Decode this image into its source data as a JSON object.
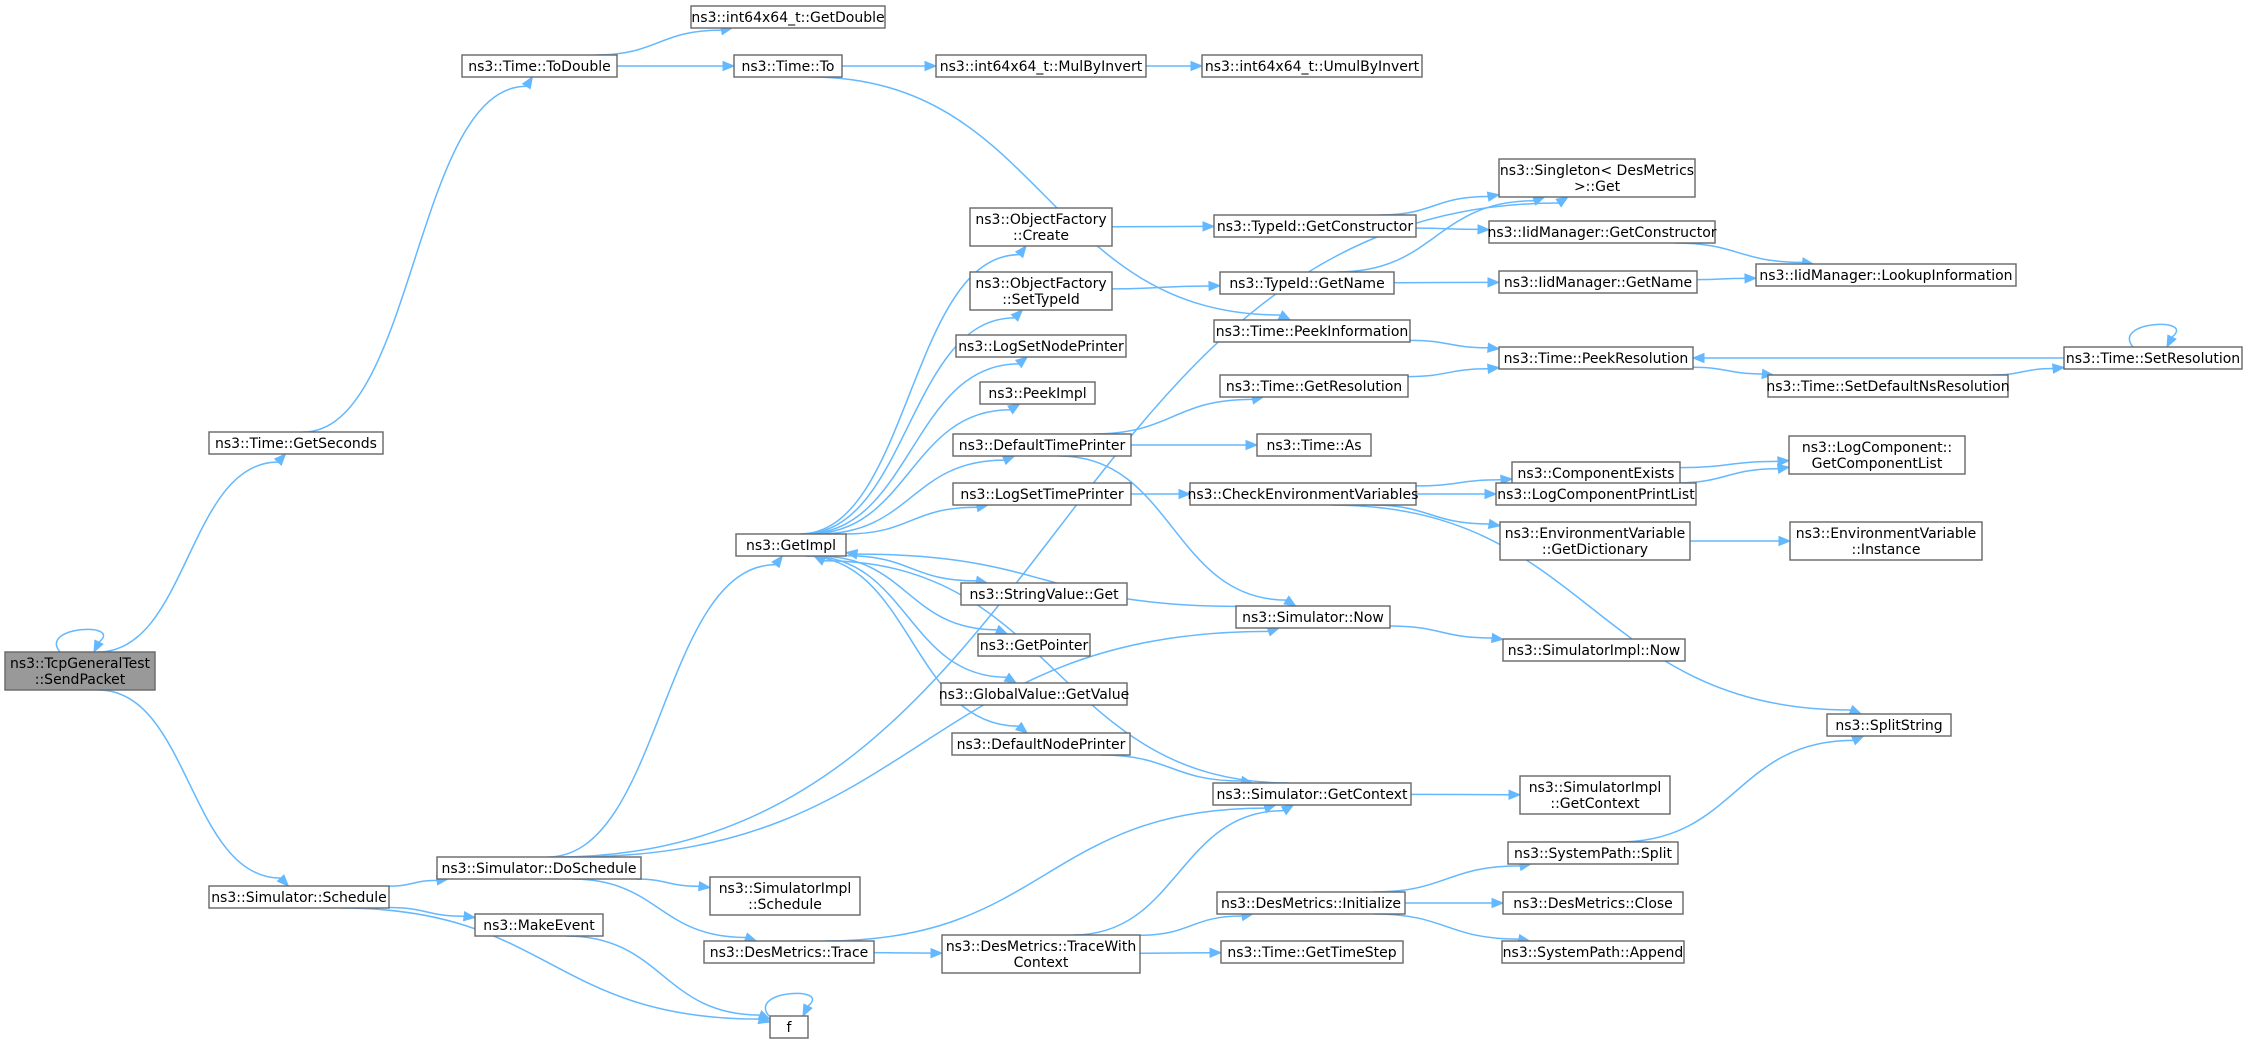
{
  "graph": {
    "root": "tcpgeneraltest-sendpacket",
    "nodes": [
      {
        "id": "tcpgeneraltest-sendpacket",
        "lines": [
          "ns3::TcpGeneralTest",
          "::SendPacket"
        ],
        "root": true
      },
      {
        "id": "time-getseconds",
        "lines": [
          "ns3::Time::GetSeconds"
        ]
      },
      {
        "id": "simulator-schedule",
        "lines": [
          "ns3::Simulator::Schedule"
        ]
      },
      {
        "id": "time-todouble",
        "lines": [
          "ns3::Time::ToDouble"
        ]
      },
      {
        "id": "int64x64-getdouble",
        "lines": [
          "ns3::int64x64_t::GetDouble"
        ]
      },
      {
        "id": "time-to",
        "lines": [
          "ns3::Time::To"
        ]
      },
      {
        "id": "int64x64-mulbyinvert",
        "lines": [
          "ns3::int64x64_t::MulByInvert"
        ]
      },
      {
        "id": "int64x64-umulbyinvert",
        "lines": [
          "ns3::int64x64_t::UmulByInvert"
        ]
      },
      {
        "id": "singleton-desmetrics-get",
        "lines": [
          "ns3::Singleton< DesMetrics",
          ">::Get"
        ]
      },
      {
        "id": "objectfactory-create",
        "lines": [
          "ns3::ObjectFactory",
          "::Create"
        ]
      },
      {
        "id": "typeid-getconstructor",
        "lines": [
          "ns3::TypeId::GetConstructor"
        ]
      },
      {
        "id": "iidmanager-getconstructor",
        "lines": [
          "ns3::IidManager::GetConstructor"
        ]
      },
      {
        "id": "objectfactory-settypeid",
        "lines": [
          "ns3::ObjectFactory",
          "::SetTypeId"
        ]
      },
      {
        "id": "typeid-getname",
        "lines": [
          "ns3::TypeId::GetName"
        ]
      },
      {
        "id": "iidmanager-getname",
        "lines": [
          "ns3::IidManager::GetName"
        ]
      },
      {
        "id": "iidmanager-lookupinformation",
        "lines": [
          "ns3::IidManager::LookupInformation"
        ]
      },
      {
        "id": "time-peekinformation",
        "lines": [
          "ns3::Time::PeekInformation"
        ]
      },
      {
        "id": "time-peekresolution",
        "lines": [
          "ns3::Time::PeekResolution"
        ]
      },
      {
        "id": "time-setresolution",
        "lines": [
          "ns3::Time::SetResolution"
        ]
      },
      {
        "id": "time-setdefaultnsresolution",
        "lines": [
          "ns3::Time::SetDefaultNsResolution"
        ]
      },
      {
        "id": "logsetnodeprinter",
        "lines": [
          "ns3::LogSetNodePrinter"
        ]
      },
      {
        "id": "peekimpl",
        "lines": [
          "ns3::PeekImpl"
        ]
      },
      {
        "id": "time-getresolution",
        "lines": [
          "ns3::Time::GetResolution"
        ]
      },
      {
        "id": "defaulttimeprinter",
        "lines": [
          "ns3::DefaultTimePrinter"
        ]
      },
      {
        "id": "time-as",
        "lines": [
          "ns3::Time::As"
        ]
      },
      {
        "id": "componentexists",
        "lines": [
          "ns3::ComponentExists"
        ]
      },
      {
        "id": "logcomponent-getcomponentlist",
        "lines": [
          "ns3::LogComponent::",
          "GetComponentList"
        ]
      },
      {
        "id": "logcomponentprintlist",
        "lines": [
          "ns3::LogComponentPrintList"
        ]
      },
      {
        "id": "logsettimeprinter",
        "lines": [
          "ns3::LogSetTimePrinter"
        ]
      },
      {
        "id": "checkenvironmentvariables",
        "lines": [
          "ns3::CheckEnvironmentVariables"
        ]
      },
      {
        "id": "getimpl",
        "lines": [
          "ns3::GetImpl"
        ]
      },
      {
        "id": "environmentvariable-getdictionary",
        "lines": [
          "ns3::EnvironmentVariable",
          "::GetDictionary"
        ]
      },
      {
        "id": "environmentvariable-instance",
        "lines": [
          "ns3::EnvironmentVariable",
          "::Instance"
        ]
      },
      {
        "id": "stringvalue-get",
        "lines": [
          "ns3::StringValue::Get"
        ]
      },
      {
        "id": "simulator-now",
        "lines": [
          "ns3::Simulator::Now"
        ]
      },
      {
        "id": "simulatorimpl-now",
        "lines": [
          "ns3::SimulatorImpl::Now"
        ]
      },
      {
        "id": "getpointer",
        "lines": [
          "ns3::GetPointer"
        ]
      },
      {
        "id": "globalvalue-getvalue",
        "lines": [
          "ns3::GlobalValue::GetValue"
        ]
      },
      {
        "id": "splitstring",
        "lines": [
          "ns3::SplitString"
        ]
      },
      {
        "id": "defaultnodeprinter",
        "lines": [
          "ns3::DefaultNodePrinter"
        ]
      },
      {
        "id": "simulator-getcontext",
        "lines": [
          "ns3::Simulator::GetContext"
        ]
      },
      {
        "id": "simulatorimpl-getcontext",
        "lines": [
          "ns3::SimulatorImpl",
          "::GetContext"
        ]
      },
      {
        "id": "systempath-split",
        "lines": [
          "ns3::SystemPath::Split"
        ]
      },
      {
        "id": "simulator-doschedule",
        "lines": [
          "ns3::Simulator::DoSchedule"
        ]
      },
      {
        "id": "simulatorimpl-schedule",
        "lines": [
          "ns3::SimulatorImpl",
          "::Schedule"
        ]
      },
      {
        "id": "desmetrics-initialize",
        "lines": [
          "ns3::DesMetrics::Initialize"
        ]
      },
      {
        "id": "desmetrics-close",
        "lines": [
          "ns3::DesMetrics::Close"
        ]
      },
      {
        "id": "makeevent",
        "lines": [
          "ns3::MakeEvent"
        ]
      },
      {
        "id": "desmetrics-trace",
        "lines": [
          "ns3::DesMetrics::Trace"
        ]
      },
      {
        "id": "desmetrics-tracewithcontext",
        "lines": [
          "ns3::DesMetrics::TraceWith",
          "Context"
        ]
      },
      {
        "id": "systempath-append",
        "lines": [
          "ns3::SystemPath::Append"
        ]
      },
      {
        "id": "time-gettimestep",
        "lines": [
          "ns3::Time::GetTimeStep"
        ]
      },
      {
        "id": "f",
        "lines": [
          "f"
        ]
      }
    ],
    "edges": [
      [
        "tcpgeneraltest-sendpacket",
        "tcpgeneraltest-sendpacket"
      ],
      [
        "tcpgeneraltest-sendpacket",
        "time-getseconds"
      ],
      [
        "tcpgeneraltest-sendpacket",
        "simulator-schedule"
      ],
      [
        "time-getseconds",
        "time-todouble"
      ],
      [
        "time-todouble",
        "int64x64-getdouble"
      ],
      [
        "time-todouble",
        "time-to"
      ],
      [
        "time-to",
        "int64x64-mulbyinvert"
      ],
      [
        "int64x64-mulbyinvert",
        "int64x64-umulbyinvert"
      ],
      [
        "time-to",
        "time-peekinformation"
      ],
      [
        "objectfactory-create",
        "typeid-getconstructor"
      ],
      [
        "typeid-getconstructor",
        "singleton-desmetrics-get"
      ],
      [
        "typeid-getconstructor",
        "iidmanager-getconstructor"
      ],
      [
        "iidmanager-getconstructor",
        "iidmanager-lookupinformation"
      ],
      [
        "objectfactory-settypeid",
        "typeid-getname"
      ],
      [
        "typeid-getname",
        "singleton-desmetrics-get"
      ],
      [
        "typeid-getname",
        "iidmanager-getname"
      ],
      [
        "iidmanager-getname",
        "iidmanager-lookupinformation"
      ],
      [
        "time-peekinformation",
        "time-peekresolution"
      ],
      [
        "time-peekresolution",
        "time-setdefaultnsresolution"
      ],
      [
        "time-setdefaultnsresolution",
        "time-setresolution"
      ],
      [
        "time-setresolution",
        "time-peekresolution"
      ],
      [
        "time-setresolution",
        "time-setresolution"
      ],
      [
        "time-getresolution",
        "time-peekresolution"
      ],
      [
        "defaulttimeprinter",
        "time-getresolution"
      ],
      [
        "defaulttimeprinter",
        "time-as"
      ],
      [
        "defaulttimeprinter",
        "simulator-now"
      ],
      [
        "logsettimeprinter",
        "checkenvironmentvariables"
      ],
      [
        "checkenvironmentvariables",
        "componentexists"
      ],
      [
        "checkenvironmentvariables",
        "logcomponentprintlist"
      ],
      [
        "checkenvironmentvariables",
        "environmentvariable-getdictionary"
      ],
      [
        "checkenvironmentvariables",
        "splitstring"
      ],
      [
        "componentexists",
        "logcomponent-getcomponentlist"
      ],
      [
        "logcomponentprintlist",
        "logcomponent-getcomponentlist"
      ],
      [
        "environmentvariable-getdictionary",
        "environmentvariable-instance"
      ],
      [
        "getimpl",
        "objectfactory-create"
      ],
      [
        "getimpl",
        "objectfactory-settypeid"
      ],
      [
        "getimpl",
        "logsetnodeprinter"
      ],
      [
        "getimpl",
        "peekimpl"
      ],
      [
        "getimpl",
        "defaulttimeprinter"
      ],
      [
        "getimpl",
        "logsettimeprinter"
      ],
      [
        "getimpl",
        "stringvalue-get"
      ],
      [
        "getimpl",
        "getpointer"
      ],
      [
        "getimpl",
        "globalvalue-getvalue"
      ],
      [
        "getimpl",
        "defaultnodeprinter"
      ],
      [
        "simulator-now",
        "getimpl"
      ],
      [
        "simulator-now",
        "simulatorimpl-now"
      ],
      [
        "defaultnodeprinter",
        "simulator-getcontext"
      ],
      [
        "simulator-getcontext",
        "getimpl"
      ],
      [
        "simulator-getcontext",
        "simulatorimpl-getcontext"
      ],
      [
        "simulator-schedule",
        "simulator-doschedule"
      ],
      [
        "simulator-schedule",
        "makeevent"
      ],
      [
        "simulator-schedule",
        "f"
      ],
      [
        "simulator-doschedule",
        "singleton-desmetrics-get"
      ],
      [
        "simulator-doschedule",
        "getimpl"
      ],
      [
        "simulator-doschedule",
        "simulator-now"
      ],
      [
        "simulator-doschedule",
        "simulatorimpl-schedule"
      ],
      [
        "simulator-doschedule",
        "desmetrics-trace"
      ],
      [
        "makeevent",
        "f"
      ],
      [
        "f",
        "f"
      ],
      [
        "desmetrics-trace",
        "simulator-getcontext"
      ],
      [
        "desmetrics-trace",
        "desmetrics-tracewithcontext"
      ],
      [
        "desmetrics-tracewithcontext",
        "simulator-getcontext"
      ],
      [
        "desmetrics-tracewithcontext",
        "desmetrics-initialize"
      ],
      [
        "desmetrics-tracewithcontext",
        "time-gettimestep"
      ],
      [
        "desmetrics-initialize",
        "systempath-split"
      ],
      [
        "desmetrics-initialize",
        "desmetrics-close"
      ],
      [
        "desmetrics-initialize",
        "systempath-append"
      ],
      [
        "systempath-split",
        "splitstring"
      ]
    ]
  },
  "colors": {
    "edge": "#63b8ff",
    "node_border": "#666666",
    "node_fill": "#ffffff",
    "root_fill": "#999999",
    "text": "#000000"
  }
}
